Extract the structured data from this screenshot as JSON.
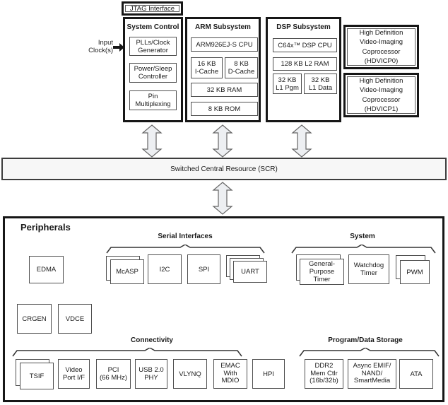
{
  "diagram": {
    "jtag_label": "JTAG Interface",
    "input_clock_label": "Input\nClock(s)",
    "scr_label": "Switched Central Resource (SCR)",
    "system_control": {
      "title": "System Control",
      "pll": "PLLs/Clock\nGenerator",
      "power": "Power/Sleep\nController",
      "pinmux": "Pin\nMultiplexing"
    },
    "arm": {
      "title": "ARM Subsystem",
      "cpu": "ARM926EJ-S CPU",
      "icache": "16 KB\nI-Cache",
      "dcache": "8 KB\nD-Cache",
      "ram": "32 KB RAM",
      "rom": "8 KB ROM"
    },
    "dsp": {
      "title": "DSP Subsystem",
      "cpu": "C64x™ DSP CPU",
      "l2": "128 KB L2 RAM",
      "l1pgm": "32 KB\nL1 Pgm",
      "l1data": "32 KB\nL1 Data"
    },
    "hdvicp0_label": "High Definition\nVideo-Imaging\nCoprocessor\n(HDVICP0)",
    "hdvicp1_label": "High Definition\nVideo-Imaging\nCoprocessor\n(HDVICP1)",
    "peripherals": {
      "title": "Peripherals",
      "edma": "EDMA",
      "crgen": "CRGEN",
      "vdce": "VDCE",
      "groups": {
        "serial": {
          "label": "Serial Interfaces",
          "mcasp": "McASP",
          "i2c": "I2C",
          "spi": "SPI",
          "uart": "UART"
        },
        "system": {
          "label": "System",
          "gpt": "General-\nPurpose\nTimer",
          "wdt": "Watchdog\nTimer",
          "pwm": "PWM"
        },
        "connectivity": {
          "label": "Connectivity",
          "tsif": "TSIF",
          "video": "Video\nPort I/F",
          "pci": "PCI\n(66 MHz)",
          "usb": "USB 2.0\nPHY",
          "vlynq": "VLYNQ",
          "emac": "EMAC\nWith\nMDIO",
          "hpi": "HPI"
        },
        "storage": {
          "label": "Program/Data Storage",
          "ddr2": "DDR2\nMem Ctlr\n(16b/32b)",
          "emif": "Async EMIF/\nNAND/\nSmartMedia",
          "ata": "ATA"
        }
      }
    },
    "colors": {
      "arrow_fill": "#edeff2",
      "arrow_stroke": "#666666",
      "scr_fill": "#f7f7f7",
      "border_dark": "#161616",
      "border_gray": "#4f4f4f"
    }
  }
}
